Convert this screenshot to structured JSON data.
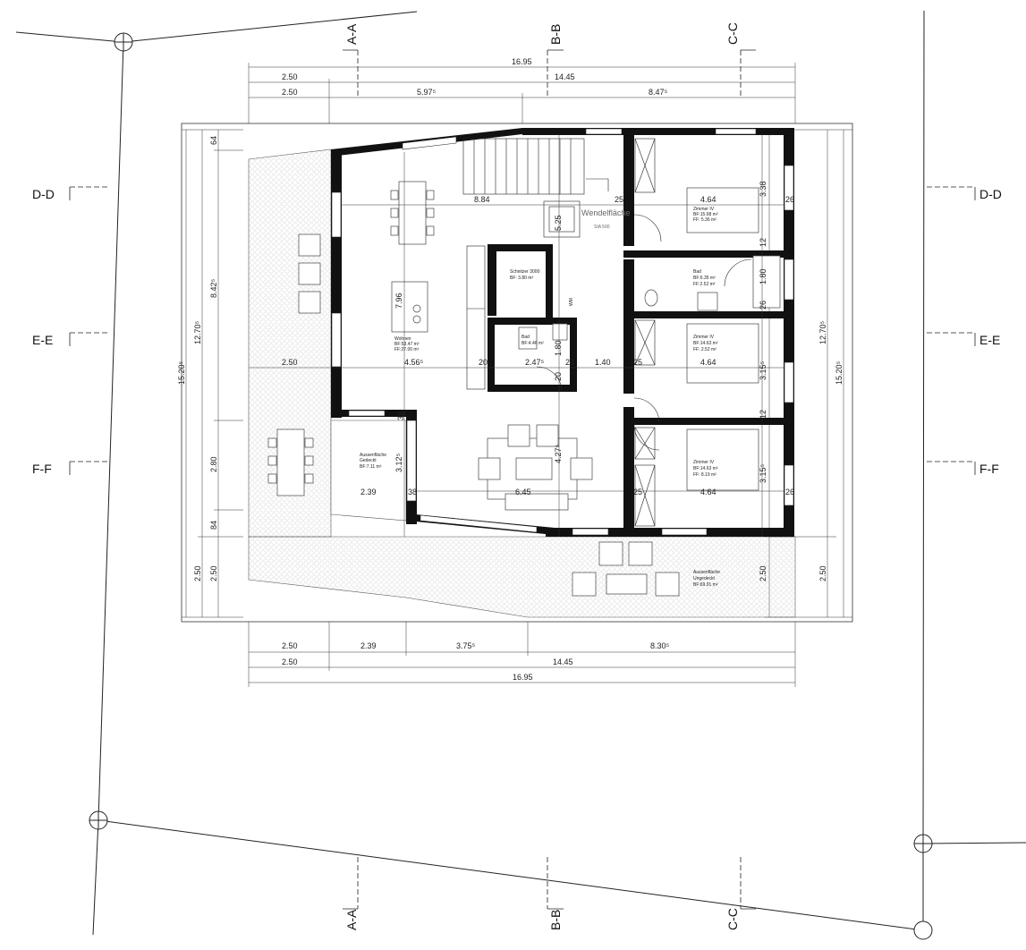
{
  "sections": {
    "aa": "A-A",
    "bb": "B-B",
    "cc": "C-C",
    "dd": "D-D",
    "ee": "E-E",
    "ff": "F-F"
  },
  "dims": {
    "top_total": "16.95",
    "top_right": "14.45",
    "top_left": "2.50",
    "top_left2": "2.50",
    "top_mid": "5.97⁵",
    "top_mid2": "8.47⁵",
    "bot_total": "16.95",
    "bot_right": "14.45",
    "bot_left": "2.50",
    "bot_left2": "2.50",
    "bot_a": "2.39",
    "bot_b": "3.75⁵",
    "bot_c": "8.30⁵",
    "left_total": "15.20⁵",
    "left_sub": "12.70⁵",
    "left_a": "64",
    "left_b": "8.42⁵",
    "left_c": "2.80",
    "left_d": "84",
    "left_e": "2.50",
    "left_f": "2.50",
    "right_total": "15.20⁵",
    "right_sub": "12.70⁵",
    "right_a": "2.50",
    "right_b": "3.38",
    "right_c": "12",
    "right_d": "1.80",
    "right_e": "26",
    "right_f": "3.15⁵",
    "right_g": "12",
    "right_h": "3.15⁵",
    "right_i": "2.50",
    "i_884": "8.84",
    "i_25a": "25",
    "i_525": "5.25",
    "i_796": "7.96",
    "i_250": "2.50",
    "i_456": "4.56⁵",
    "i_20a": "20",
    "i_247": "2.47⁵",
    "i_20b": "20",
    "i_140": "1.40",
    "i_25b": "25",
    "i_464a": "4.64",
    "i_464b": "4.64",
    "i_464c": "4.64",
    "i_180": "1.80",
    "i_20c": "20",
    "i_427": "4.27⁵",
    "i_645": "6.45",
    "i_239": "2.39",
    "i_38a": "38",
    "i_38b": "38",
    "i_312": "3.12⁵",
    "i_25c": "25",
    "i_26": "26",
    "i_26b": "26"
  },
  "rooms": {
    "wendel": "Wendelfläche",
    "sia": "SIA 500",
    "schacht": "Schnitzer 3000",
    "schacht_bf": "BF: 3.80 m²",
    "wohnen": "Wohnen",
    "wohnen_bf": "BF:53.47 m²",
    "wohnen_ff": "FF:27.00 m²",
    "bad1": "Bad",
    "bad1_bf": "BF:4.46 m²",
    "zimmer1": "Zimmer IV",
    "zimmer1_bf": "BF:15.68 m²",
    "zimmer1_ff": "FF: 5.36 m²",
    "bad2": "Bad",
    "bad2_bf": "BF:6.35 m²",
    "bad2_ff": "FF:2.52 m²",
    "zimmer2": "Zimmer IV",
    "zimmer2_bf": "BF:14.63 m²",
    "zimmer2_ff": "FF: 2.52 m²",
    "zimmer3": "Zimmer IV",
    "zimmer3_bf": "BF:14.63 m²",
    "zimmer3_ff": "FF: 8.19 m²",
    "aussen1": "Aussenfläche",
    "aussen1_sub": "Gedeckt",
    "aussen1_bf": "BF:7.11 m²",
    "aussen2": "Aussenfläche",
    "aussen2_sub": "Ungedeckt",
    "aussen2_bf": "BF:69.91 m²",
    "wm": "WM"
  }
}
